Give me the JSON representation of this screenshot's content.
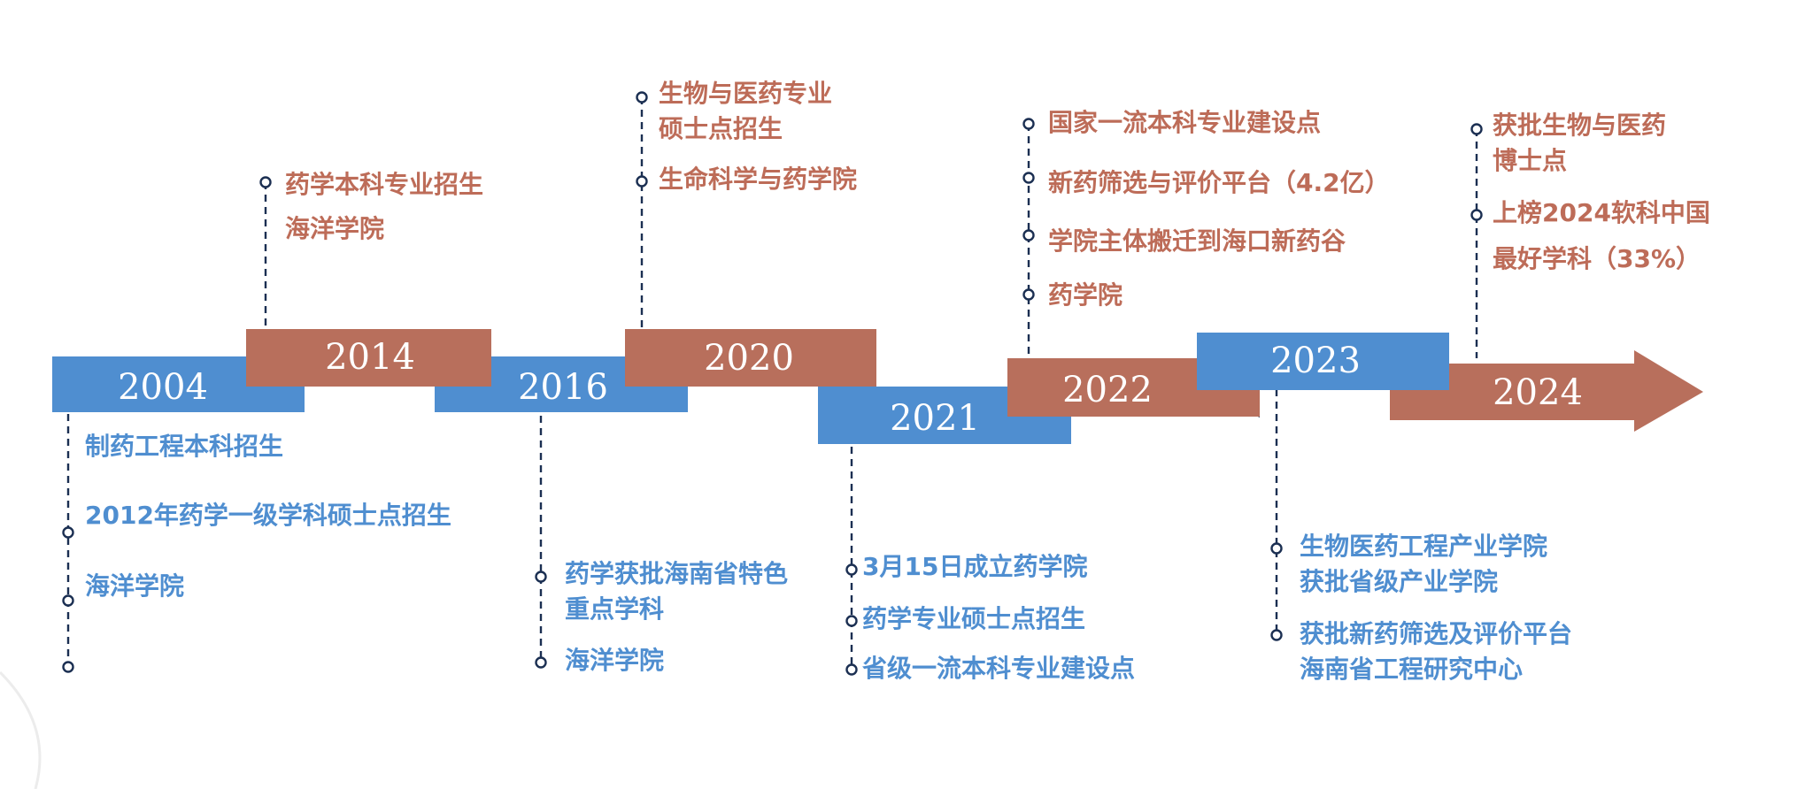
{
  "colors": {
    "blue": "#4f8ed0",
    "brown": "#b86f5c",
    "navy": "#1b2f52",
    "blue_text": "#4f8ed0",
    "brown_text": "#bd6c58"
  },
  "years": {
    "y2004": "2004",
    "y2014": "2014",
    "y2016": "2016",
    "y2020": "2020",
    "y2021": "2021",
    "y2022": "2022",
    "y2023": "2023",
    "y2024": "2024"
  },
  "milestones": {
    "y2004": [
      "制药工程本科招生",
      "2012年药学一级学科硕士点招生",
      "海洋学院"
    ],
    "y2014": [
      "药学本科专业招生",
      "海洋学院"
    ],
    "y2016": [
      "药学获批海南省特色",
      "重点学科",
      "海洋学院"
    ],
    "y2020": [
      "生物与医药专业",
      "硕士点招生",
      "生命科学与药学院"
    ],
    "y2021": [
      "3月15日成立药学院",
      "药学专业硕士点招生",
      "省级一流本科专业建设点"
    ],
    "y2022": [
      "国家一流本科专业建设点",
      "新药筛选与评价平台（4.2亿）",
      "学院主体搬迁到海口新药谷",
      "药学院"
    ],
    "y2023": [
      "生物医药工程产业学院",
      "获批省级产业学院",
      "获批新药筛选及评价平台",
      "海南省工程研究中心"
    ],
    "y2024": [
      "获批生物与医药",
      "博士点",
      "上榜2024软科中国",
      "最好学科（33%）"
    ]
  }
}
